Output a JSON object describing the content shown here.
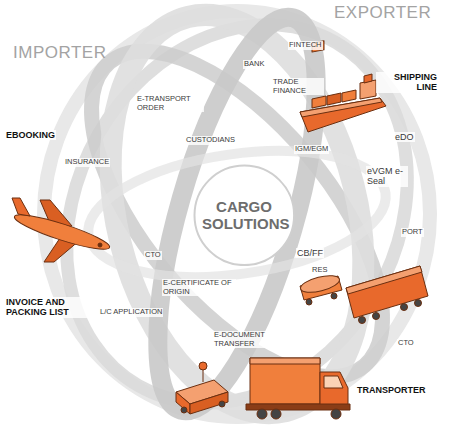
{
  "diagram": {
    "nodes": [
      {
        "text": [
          "CARGO SOLUTIONS"
        ]
      }
    ],
    "labels": [
      "EXPORTER",
      "IMPORTER",
      "FINTECH",
      "BANK",
      "SHIPPING LINE",
      "TRADE FINANCE",
      "E-TRANSPORT ORDER",
      "EBOOKING",
      "eDO",
      "IGM/EGM",
      "CUSTODIANS",
      "INSURANCE",
      "eVGM e-Seal",
      "PORT",
      "CB/FF",
      "CTO",
      "RES",
      "E-CERTIFICATE OF ORIGIN",
      "INVOICE AND PACKING LIST",
      "L/C APPLICATION",
      "CTO",
      "E-DOCUMENT TRANSFER",
      "TRANSPORTER"
    ]
  }
}
